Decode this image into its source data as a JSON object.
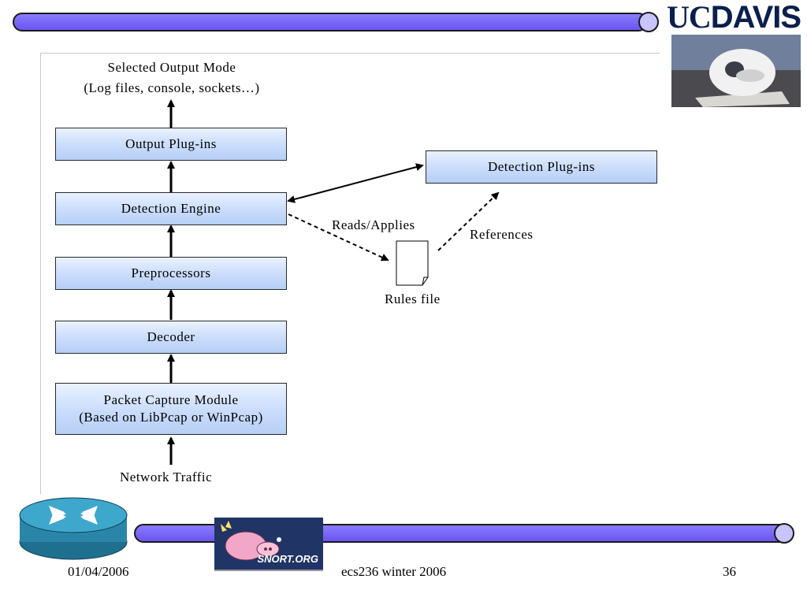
{
  "logo": {
    "text_uc": "UC",
    "text_davis": "DAVIS"
  },
  "diagram": {
    "top_label_line1": "Selected Output Mode",
    "top_label_line2": "(Log files, console, sockets…)",
    "boxes": {
      "output_plugins": "Output Plug-ins",
      "detection_engine": "Detection Engine",
      "preprocessors": "Preprocessors",
      "decoder": "Decoder",
      "packet_capture_line1": "Packet Capture Module",
      "packet_capture_line2": "(Based on LibPcap or WinPcap)",
      "detection_plugins": "Detection Plug-ins"
    },
    "reads_applies": "Reads/Applies",
    "references": "References",
    "rules_file": "Rules file",
    "network_traffic": "Network Traffic"
  },
  "snort_logo_text": "SNORT.ORG",
  "footer": {
    "date": "01/04/2006",
    "course": "ecs236 winter 2006",
    "page": "36"
  }
}
